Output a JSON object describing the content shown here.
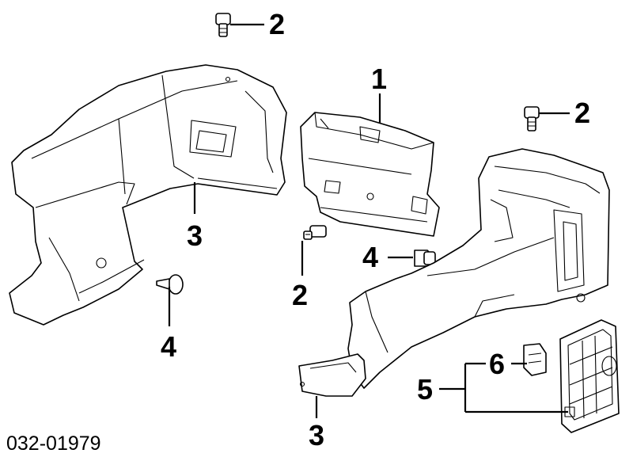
{
  "callouts": {
    "c1": "1",
    "c2_top": "2",
    "c2_right": "2",
    "c2_mid": "2",
    "c3_left": "3",
    "c3_bottom": "3",
    "c4_left": "4",
    "c4_mid": "4",
    "c5": "5",
    "c6": "6"
  },
  "reference_code": "032-01979",
  "colors": {
    "line": "#000000",
    "background": "#ffffff"
  }
}
